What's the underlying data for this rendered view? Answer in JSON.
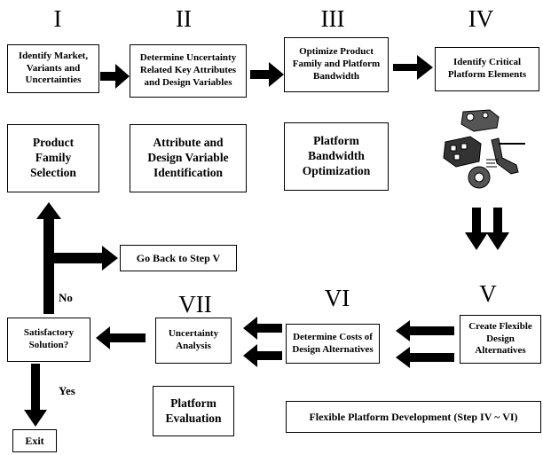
{
  "steps": {
    "s1": {
      "numeral": "I",
      "title": "Identify Market,\nVariants and\nUncertainties",
      "sub": "Product\nFamily\nSelection"
    },
    "s2": {
      "numeral": "II",
      "title": "Determine Uncertainty\nRelated Key Attributes\nand Design Variables",
      "sub": "Attribute and\nDesign Variable\nIdentification"
    },
    "s3": {
      "numeral": "III",
      "title": "Optimize Product\nFamily and Platform\nBandwidth",
      "sub": "Platform\nBandwidth\nOptimization"
    },
    "s4": {
      "numeral": "IV",
      "title": "Identify Critical\nPlatform Elements"
    },
    "s5": {
      "numeral": "V",
      "title": "Create Flexible\nDesign Alternatives"
    },
    "s6": {
      "numeral": "VI",
      "title": "Determine Costs of\nDesign Alternatives"
    },
    "s7": {
      "numeral": "VII",
      "title": "Uncertainty\nAnalysis",
      "sub": "Platform\nEvaluation"
    }
  },
  "decision": {
    "title": "Satisfactory\nSolution?",
    "no_label": "No",
    "yes_label": "Yes"
  },
  "go_back": "Go Back to Step V",
  "exit": "Exit",
  "flex_dev": "Flexible Platform Development (Step IV ~ VI)"
}
